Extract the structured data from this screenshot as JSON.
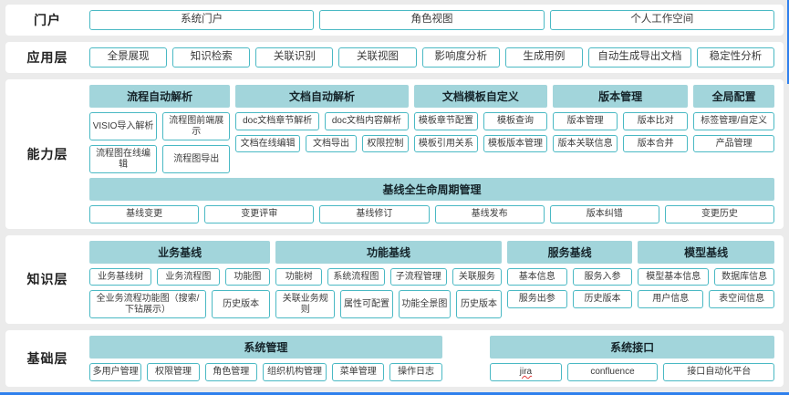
{
  "colors": {
    "header_fill": "#a2d5db",
    "box_border": "#4ab9c4",
    "window_edge": "#2f80ed",
    "panel_bg": "#ffffff",
    "page_bg": "#ebebeb"
  },
  "layers": {
    "portal": {
      "label": "门户",
      "items": [
        "系统门户",
        "角色视图",
        "个人工作空间"
      ]
    },
    "application": {
      "label": "应用层",
      "items": [
        "全景展现",
        "知识检索",
        "关联识别",
        "关联视图",
        "影响度分析",
        "生成用例",
        "自动生成导出文档",
        "稳定性分析"
      ]
    },
    "capability": {
      "label": "能力层",
      "groups": [
        {
          "title": "流程自动解析",
          "rows": [
            [
              "VISIO导入解析",
              "流程图前端展示"
            ],
            [
              "流程图在线编辑",
              "流程图导出"
            ]
          ]
        },
        {
          "title": "文档自动解析",
          "rows": [
            [
              "doc文档章节解析",
              "doc文档内容解析"
            ],
            [
              "文档在线编辑",
              "文档导出",
              "权限控制"
            ]
          ]
        },
        {
          "title": "文档模板自定义",
          "rows": [
            [
              "模板章节配置",
              "模板查询"
            ],
            [
              "模板引用关系",
              "模板版本管理"
            ]
          ]
        },
        {
          "title": "版本管理",
          "rows": [
            [
              "版本管理",
              "版本比对"
            ],
            [
              "版本关联信息",
              "版本合并"
            ]
          ]
        },
        {
          "title": "全局配置",
          "rows": [
            [
              "标签管理/自定义"
            ],
            [
              "产品管理"
            ]
          ]
        }
      ],
      "baseline": {
        "title": "基线全生命周期管理",
        "items": [
          "基线变更",
          "变更评审",
          "基线修订",
          "基线发布",
          "版本纠错",
          "变更历史"
        ]
      }
    },
    "knowledge": {
      "label": "知识层",
      "groups": [
        {
          "title": "业务基线",
          "rows": [
            [
              "业务基线树",
              "业务流程图",
              "功能图"
            ],
            [
              "全业务流程功能图（搜索/下钻展示）",
              "历史版本"
            ]
          ]
        },
        {
          "title": "功能基线",
          "rows": [
            [
              "功能树",
              "系统流程图",
              "子流程管理",
              "关联服务"
            ],
            [
              "关联业务规则",
              "属性可配置",
              "功能全景图",
              "历史版本"
            ]
          ]
        },
        {
          "title": "服务基线",
          "rows": [
            [
              "基本信息",
              "服务入参"
            ],
            [
              "服务出参",
              "历史版本"
            ]
          ]
        },
        {
          "title": "模型基线",
          "rows": [
            [
              "模型基本信息",
              "数据库信息"
            ],
            [
              "用户信息",
              "表空间信息"
            ]
          ]
        }
      ]
    },
    "foundation": {
      "label": "基础层",
      "groups": [
        {
          "title": "系统管理",
          "items": [
            "多用户管理",
            "权限管理",
            "角色管理",
            "组织机构管理",
            "菜单管理",
            "操作日志"
          ]
        },
        {
          "title": "系统接口",
          "items": [
            "jira",
            "confluence",
            "接口自动化平台"
          ]
        }
      ]
    }
  }
}
